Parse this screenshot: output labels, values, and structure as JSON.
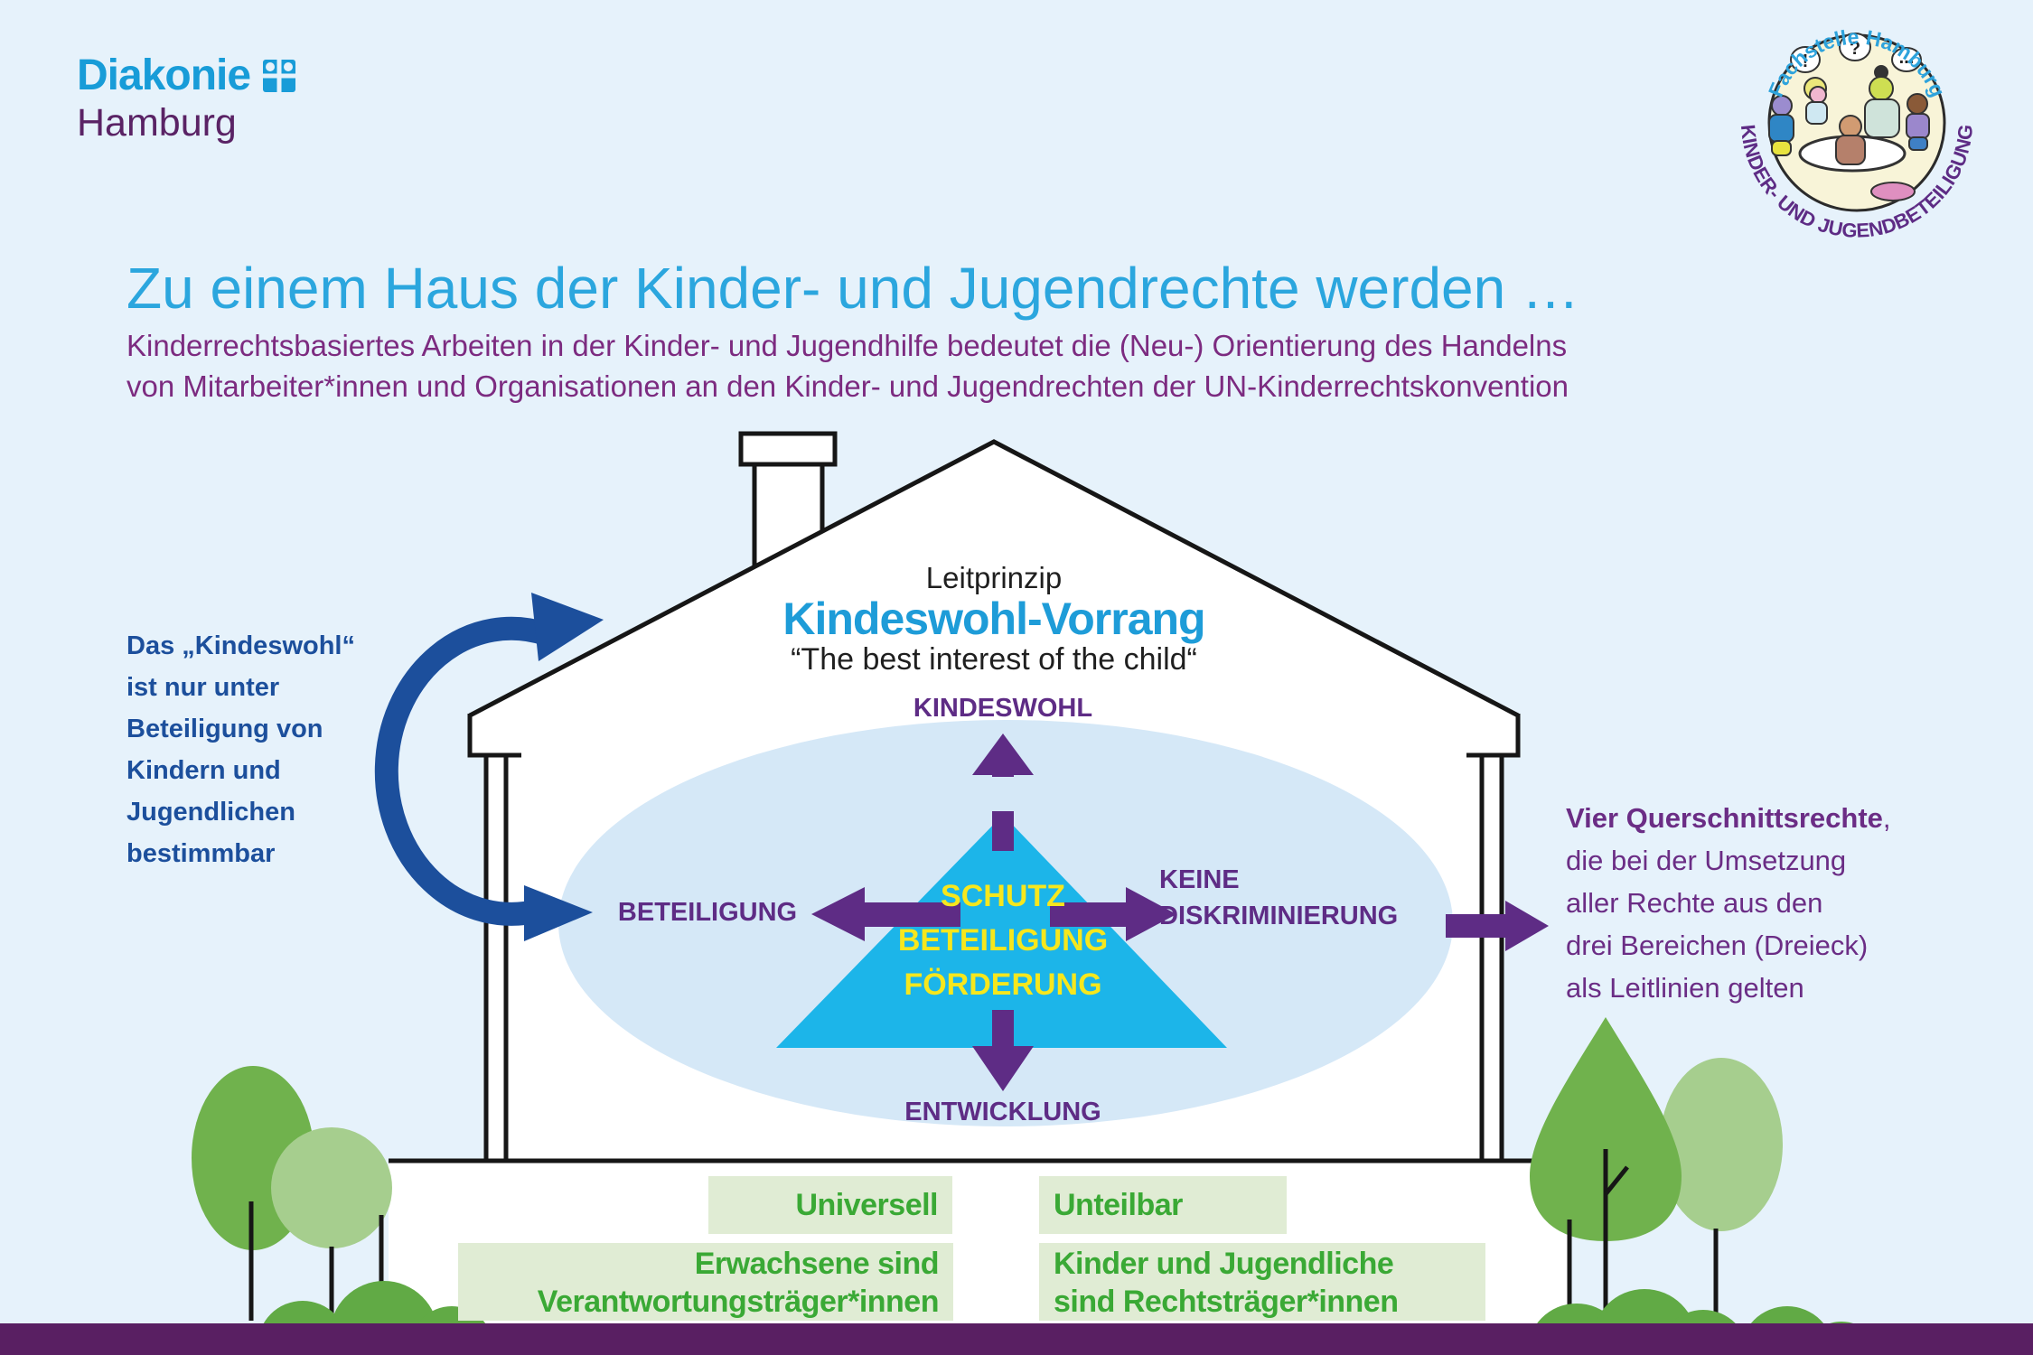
{
  "colors": {
    "background": "#e6f2fb",
    "title_blue": "#2ba6de",
    "principle_blue": "#1e9cd8",
    "subtitle_purple": "#7c2b80",
    "diagram_purple": "#5e2c85",
    "note_blue": "#1c4f9c",
    "triangle_cyan": "#1cb5e9",
    "triangle_text_yellow": "#f6e71d",
    "ellipse_blue": "#d5e8f7",
    "green_text": "#3aa935",
    "green_box": "#e0ecd4",
    "bottom_bar_purple": "#591f62"
  },
  "logo": {
    "brand": "Diakonie",
    "city": "Hamburg"
  },
  "badge": {
    "arc_top": "Fachstelle Hamburg",
    "arc_bottom": "KINDER- UND JUGENDBETEILIGUNG",
    "bubble_1": "!",
    "bubble_2": "?",
    "bubble_3": "..."
  },
  "header": {
    "title": "Zu einem Haus der Kinder- und Jugendrechte werden …",
    "subtitle_1": "Kinderrechtsbasiertes Arbeiten in der Kinder- und Jugendhilfe bedeutet die (Neu-) Orientierung des Handelns",
    "subtitle_2": "von Mitarbeiter*innen und Organisationen an den Kinder- und Jugendrechten der UN-Kinderrechtskonvention"
  },
  "roof": {
    "label": "Leitprinzip",
    "principle": "Kindeswohl-Vorrang",
    "principle_en": "“The best interest of the child“"
  },
  "diagram": {
    "top_label": "KINDESWOHL",
    "left_label": "BETEILIGUNG",
    "right_label_1": "KEINE",
    "right_label_2": "DISKRIMINIERUNG",
    "bottom_label": "ENTWICKLUNG",
    "triangle_1": "SCHUTZ",
    "triangle_2": "BETEILIGUNG",
    "triangle_3": "FÖRDERUNG"
  },
  "left_note": {
    "line_1": "Das „Kindeswohl“",
    "line_2": "ist nur unter",
    "line_3": "Beteiligung von",
    "line_4": "Kindern und",
    "line_5": "Jugendlichen",
    "line_6": "bestimmbar"
  },
  "right_note": {
    "bold_text": "Vier Querschnittsrechte",
    "bold_suffix": ",",
    "line_2": "die bei der Umsetzung",
    "line_3": "aller Rechte aus den",
    "line_4": "drei Bereichen (Dreieck)",
    "line_5": "als Leitlinien gelten"
  },
  "footer": {
    "tag_left": "Universell",
    "tag_right": "Unteilbar",
    "left_line_1": "Erwachsene sind",
    "left_line_2": "Verantwortungsträger*innen",
    "right_line_1": "Kinder und Jugendliche",
    "right_line_2": "sind Rechtsträger*innen"
  }
}
